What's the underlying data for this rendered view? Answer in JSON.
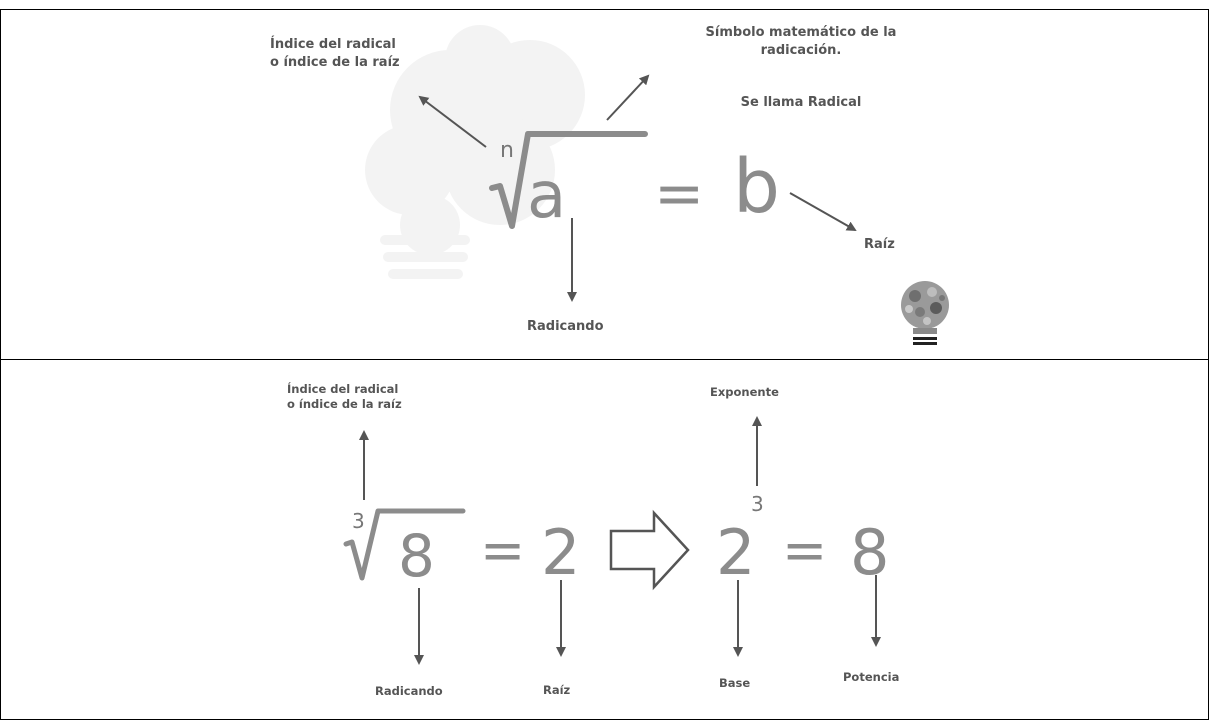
{
  "panel1": {
    "index_label": [
      "Índice del radical",
      "o índice de la raíz"
    ],
    "symbol_label": [
      "Símbolo matemático de la",
      "radicación."
    ],
    "radical_name": "Se llama Radical",
    "index_var": "n",
    "radicand_var": "a",
    "equals": "=",
    "result_var": "b",
    "root_label": "Raíz",
    "radicand_label": "Radicando"
  },
  "panel2": {
    "index_label": [
      "Índice del radical",
      "o índice de la raíz"
    ],
    "index_value": "3",
    "radicand_value": "8",
    "equals": "=",
    "root_value": "2",
    "base_value": "2",
    "exponent_value": "3",
    "equals2": "=",
    "power_value": "8",
    "exponent_label": "Exponente",
    "radicand_label": "Radicando",
    "root_label": "Raíz",
    "base_label": "Base",
    "power_label": "Potencia"
  },
  "icons": {
    "logo": "lightbulb-icon",
    "implies": "hollow-arrow-right-icon"
  },
  "colors": {
    "text": "#555555",
    "math": "#8c8c8c",
    "border": "#000000"
  }
}
